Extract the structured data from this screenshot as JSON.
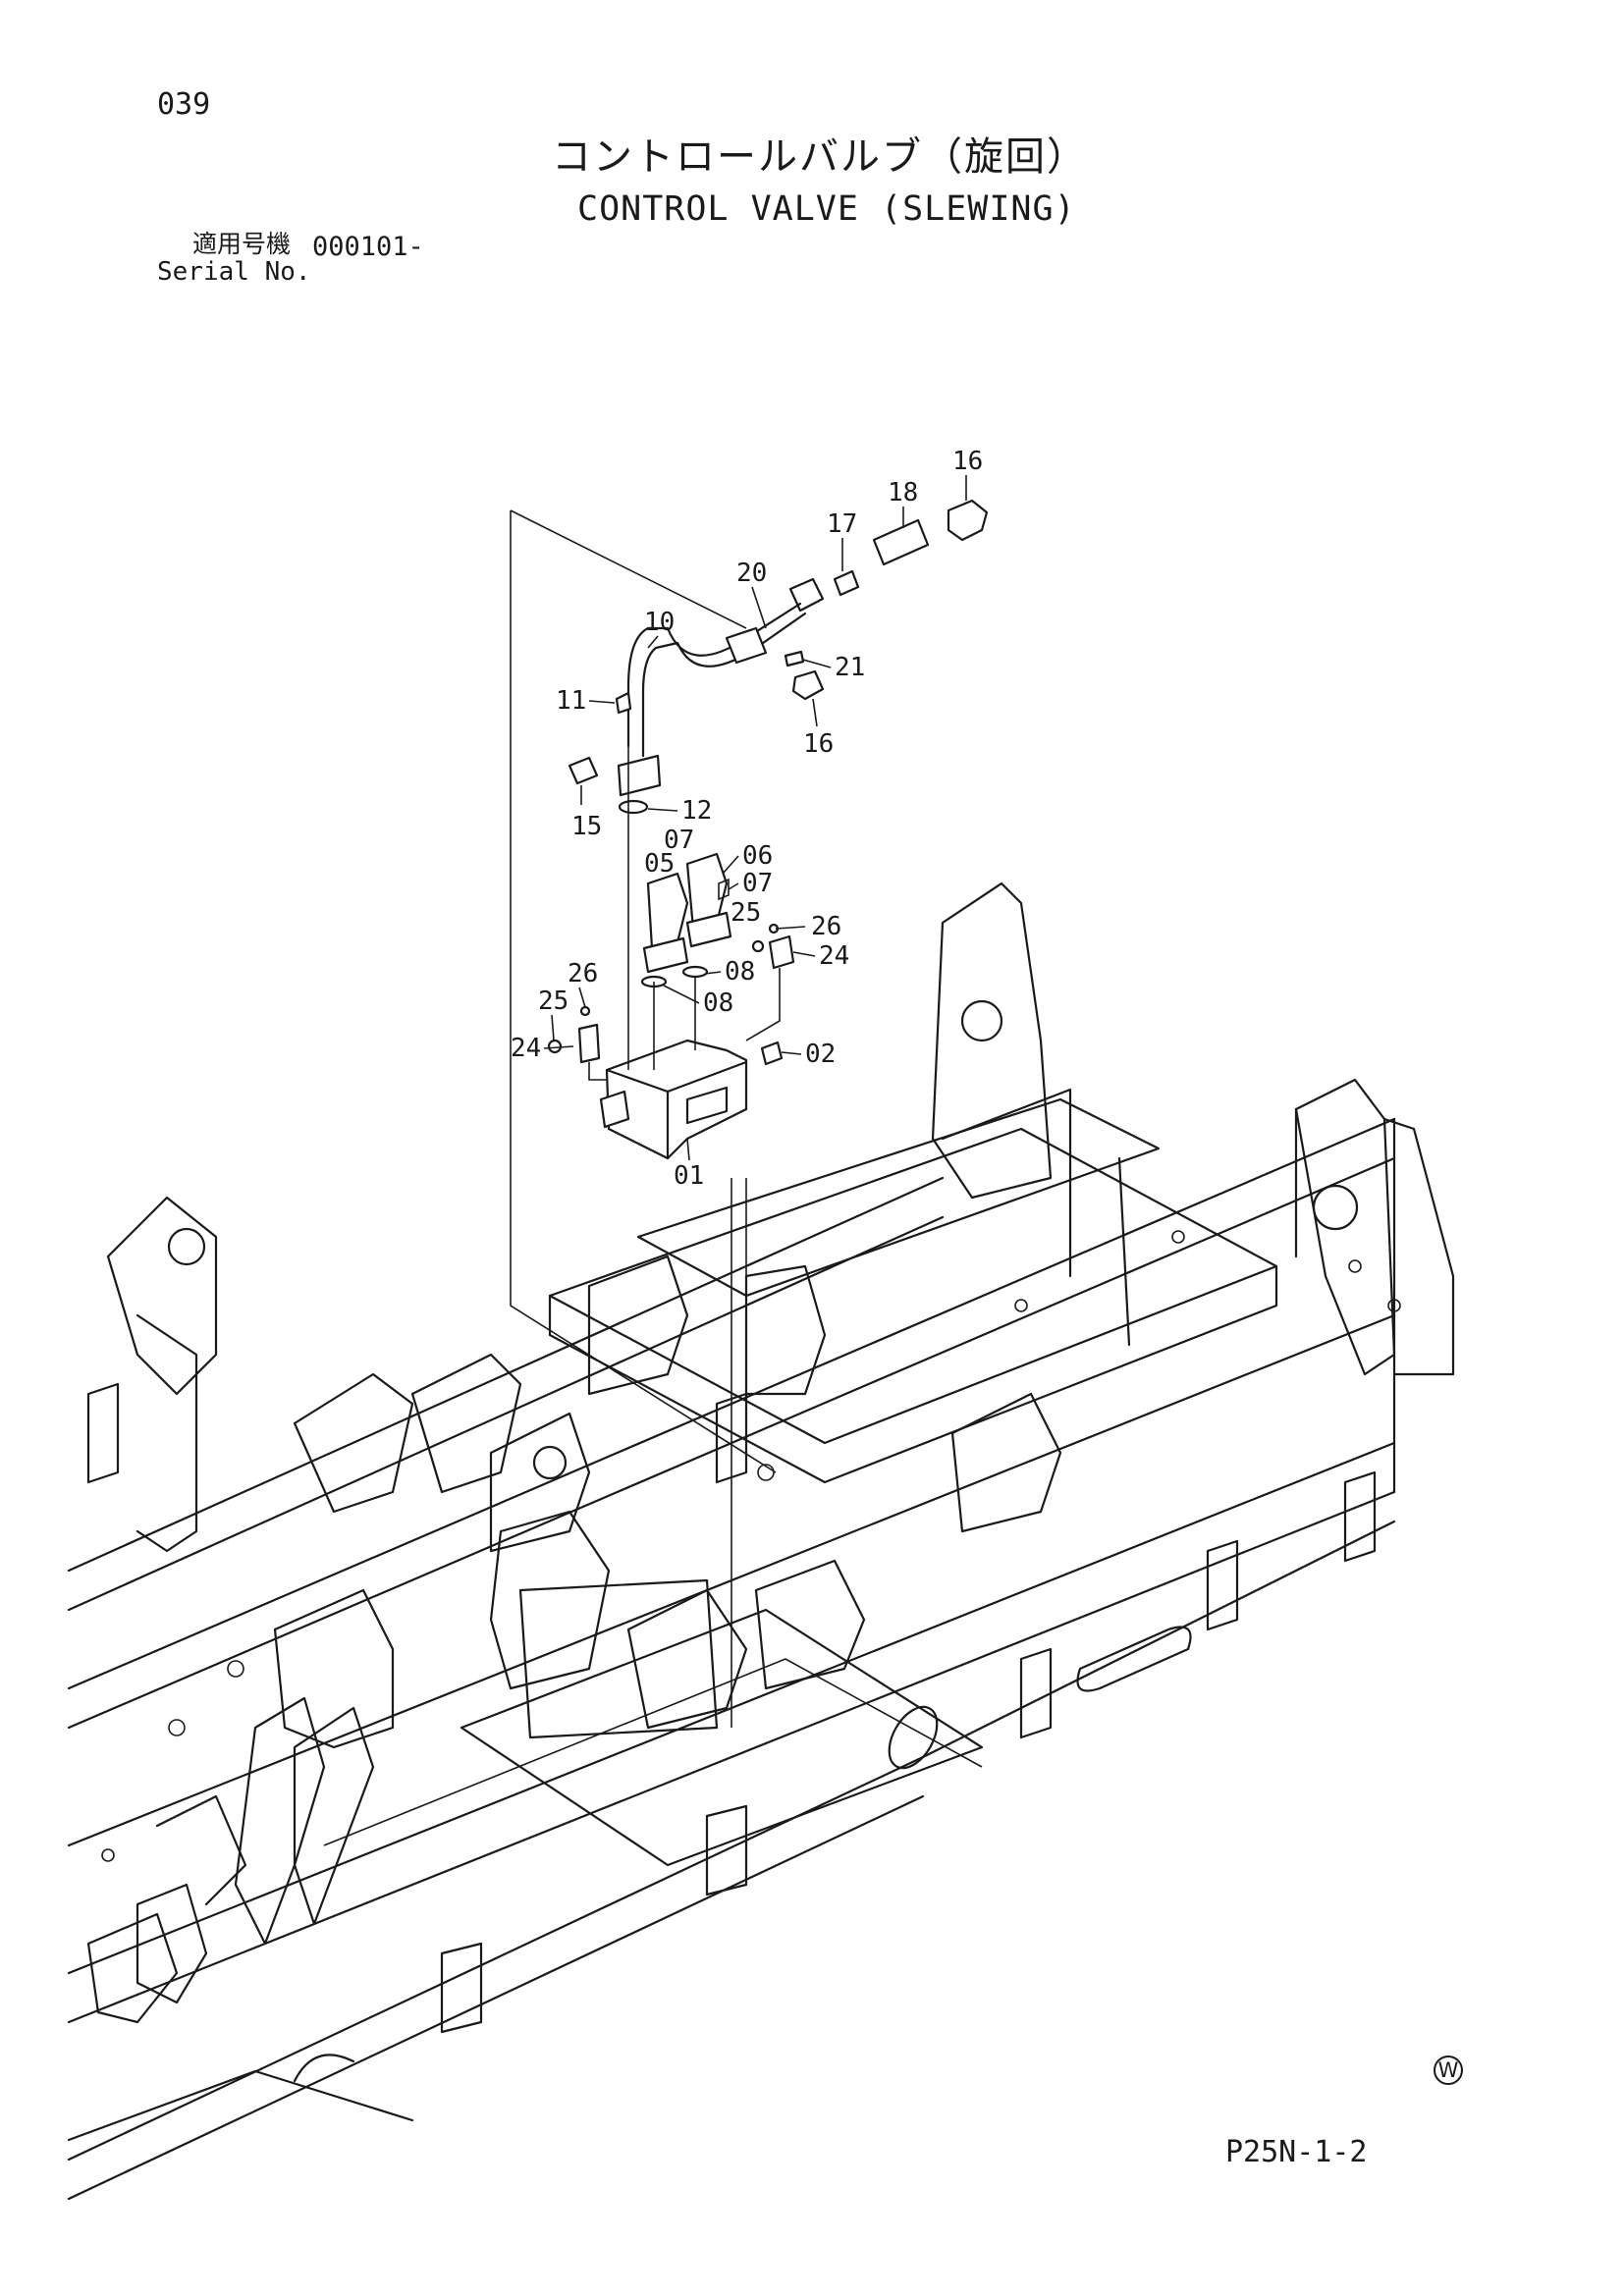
{
  "header": {
    "page_number": "039",
    "title_jp": "コントロールバルブ（旋回）",
    "title_en": "CONTROL VALVE (SLEWING)",
    "serial_label_jp": "適用号機",
    "serial_label_en": "Serial No.",
    "serial_value": "000101-"
  },
  "callouts": [
    "16",
    "18",
    "17",
    "20",
    "10",
    "21",
    "11",
    "16",
    "15",
    "12",
    "07",
    "05",
    "06",
    "07",
    "25",
    "26",
    "24",
    "08",
    "08",
    "26",
    "25",
    "24",
    "02",
    "01"
  ],
  "footer": {
    "drawing_code": "P25N-1-2",
    "mark": "W"
  }
}
